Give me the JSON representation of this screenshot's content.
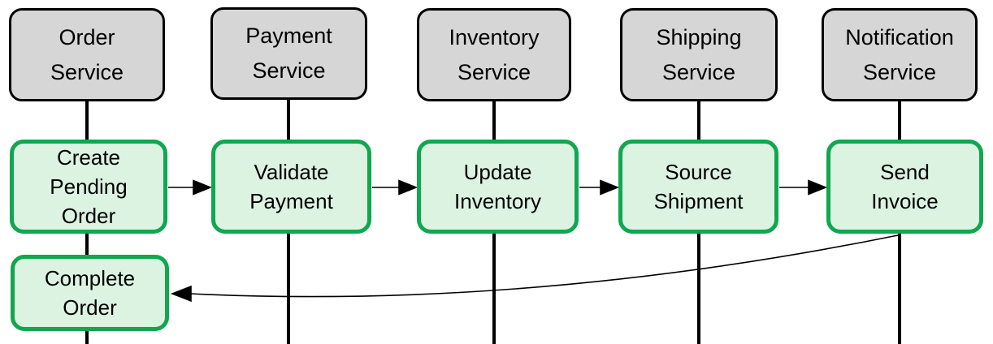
{
  "diagram": {
    "services": [
      {
        "lines": [
          "Order",
          "Service"
        ]
      },
      {
        "lines": [
          "Payment",
          "Service"
        ]
      },
      {
        "lines": [
          "Inventory",
          "Service"
        ]
      },
      {
        "lines": [
          "Shipping",
          "Service"
        ]
      },
      {
        "lines": [
          "Notification",
          "Service"
        ]
      }
    ],
    "steps": [
      {
        "lines": [
          "Create",
          "Pending",
          "Order"
        ]
      },
      {
        "lines": [
          "Validate",
          "Payment"
        ]
      },
      {
        "lines": [
          "Update",
          "Inventory"
        ]
      },
      {
        "lines": [
          "Source",
          "Shipment"
        ]
      },
      {
        "lines": [
          "Send",
          "Invoice"
        ]
      },
      {
        "lines": [
          "Complete",
          "Order"
        ]
      }
    ],
    "colors": {
      "service_fill": "#d6d6d6",
      "service_border": "#000000",
      "step_fill": "#ddf3e2",
      "step_border": "#10a74f",
      "connector": "#000000"
    }
  }
}
